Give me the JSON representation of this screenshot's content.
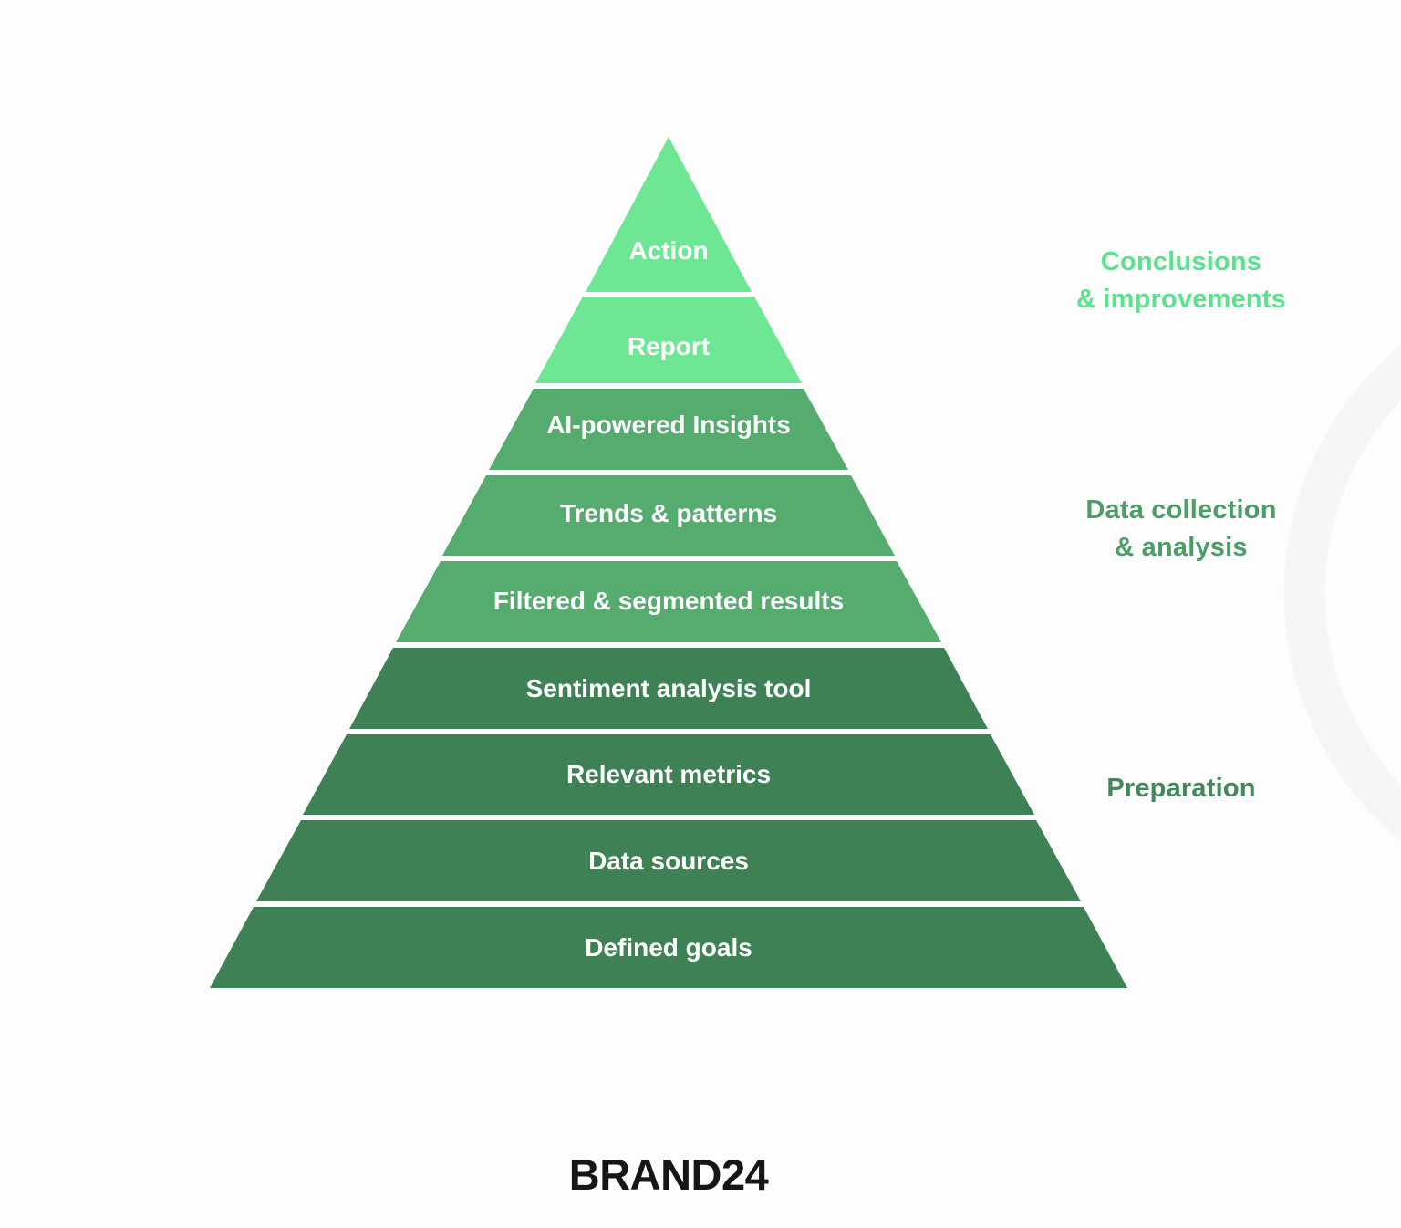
{
  "background_color": "#fdfdfd",
  "pyramid": {
    "text_color": "#ffffff",
    "levels": [
      {
        "label": "Action",
        "color": "#6ee795"
      },
      {
        "label": "Report",
        "color": "#6ee795"
      },
      {
        "label": "AI-powered Insights",
        "color": "#56ac6f"
      },
      {
        "label": "Trends & patterns",
        "color": "#56ac6f"
      },
      {
        "label": "Filtered & segmented results",
        "color": "#56ac6f"
      },
      {
        "label": "Sentiment analysis tool",
        "color": "#3e8154"
      },
      {
        "label": "Relevant metrics",
        "color": "#3e8154"
      },
      {
        "label": "Data sources",
        "color": "#3e8154"
      },
      {
        "label": "Defined goals",
        "color": "#3e8154"
      }
    ]
  },
  "side_labels": [
    {
      "line1": "Conclusions",
      "line2": "& improvements",
      "color": "#5ae28c"
    },
    {
      "line1": "Data collection",
      "line2": "& analysis",
      "color": "#4a9e66"
    },
    {
      "line1": "Preparation",
      "line2": "",
      "color": "#42885a"
    }
  ],
  "footer": {
    "brand": "BRAND24"
  }
}
